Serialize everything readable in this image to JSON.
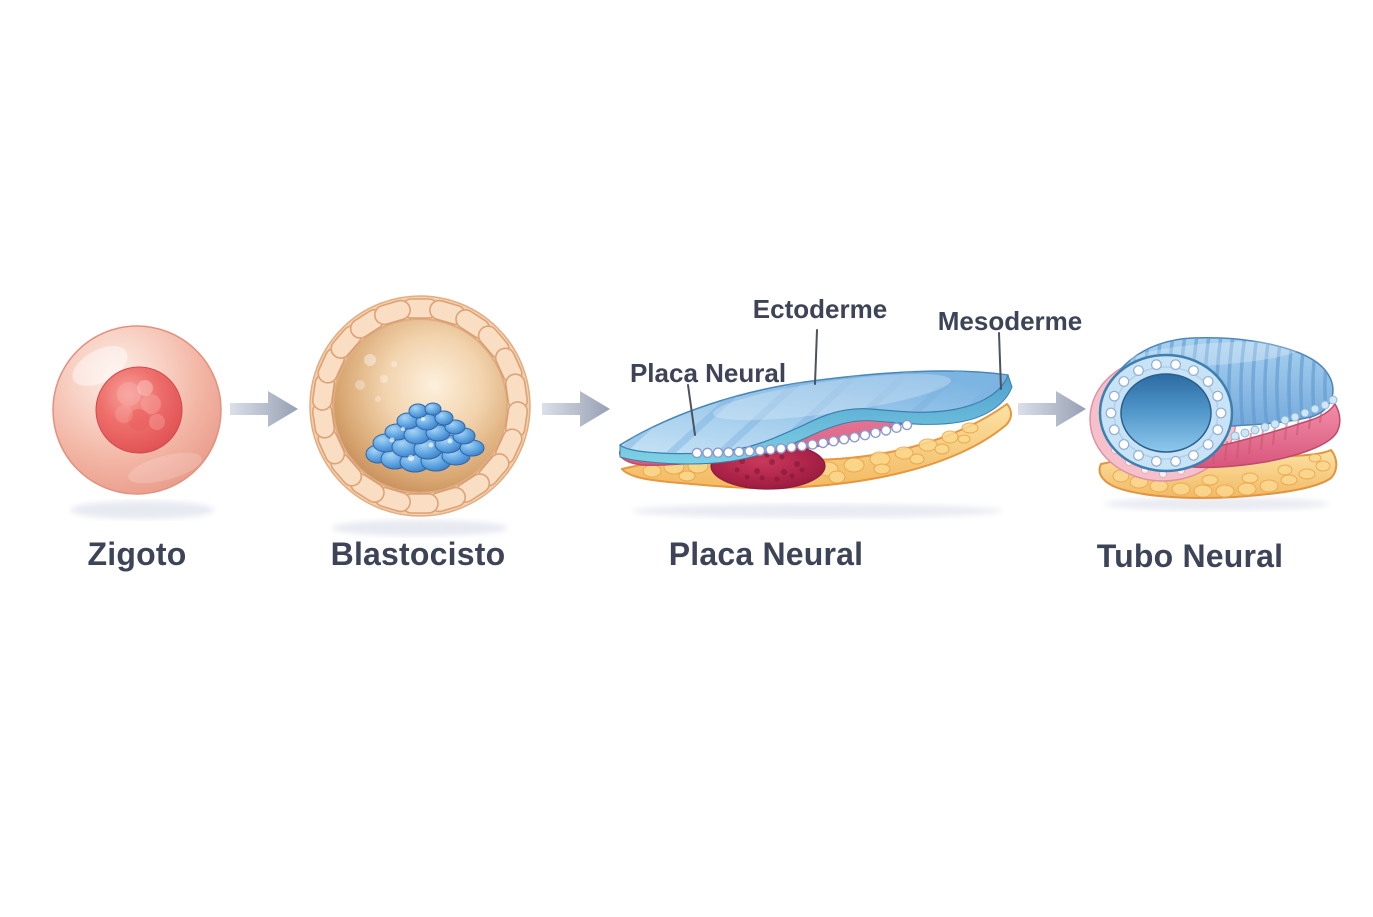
{
  "stages": [
    {
      "id": "zigoto",
      "label": "Zigoto"
    },
    {
      "id": "blastocisto",
      "label": "Blastocisto"
    },
    {
      "id": "placa-neural",
      "label": "Placa Neural"
    },
    {
      "id": "tubo-neural",
      "label": "Tubo Neural"
    }
  ],
  "callouts": [
    {
      "id": "placa-neural-callout",
      "label": "Placa Neural"
    },
    {
      "id": "ectoderme-callout",
      "label": "Ectoderme"
    },
    {
      "id": "mesoderme-callout",
      "label": "Mesoderme"
    }
  ],
  "arrows": [
    {
      "id": "zigoto-to-blastocisto",
      "icon": "right-arrow"
    },
    {
      "id": "blastocisto-to-placa-neural",
      "icon": "right-arrow"
    },
    {
      "id": "placa-neural-to-tubo-neural",
      "icon": "right-arrow"
    }
  ],
  "colors": {
    "background": "#ffffff",
    "label_text": "#3e4458",
    "leader_line": "#4a5361",
    "arrow_gradient_start": "#dbdfe8",
    "arrow_gradient_end": "#96a0b4",
    "zygote_cytoplasm": "#f5c5b6",
    "zygote_nucleus": "#e6605e",
    "blastocyst_wall": "#f7d9bd",
    "blastocyst_cavity": "#d29c6c",
    "inner_cell_mass_blue": "#5a9fdd",
    "ectoderm_blue": "#a5cfee",
    "mesoderm_pink": "#e26a8c",
    "endoderm_yellow": "#f8d58b",
    "neural_groove_red": "#ab2347",
    "neural_tube_lumen": "#3a7cae"
  }
}
